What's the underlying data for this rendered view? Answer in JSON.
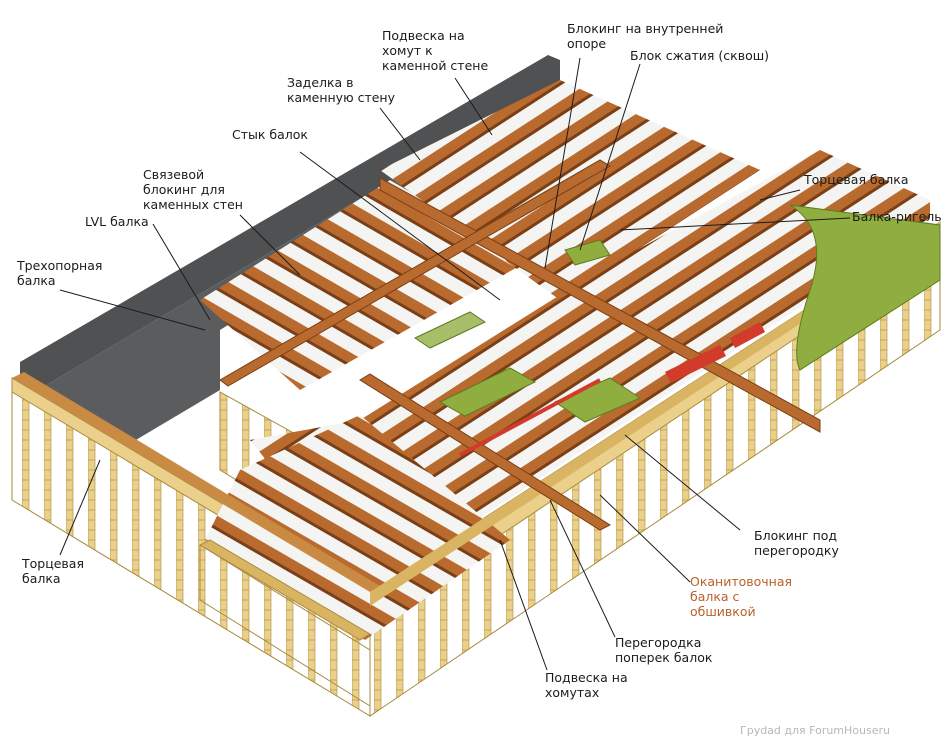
{
  "diagram": {
    "labels": {
      "hanger_masonry": "Подвеска на\nхомут к\nкаменной стене",
      "blocking_interior": "Блокинг на внутренней\nопоре",
      "squash_block": "Блок сжатия (сквош)",
      "masonry_embed": "Заделка в\nкаменную стену",
      "joist_splice": "Стык балок",
      "rim_joist_right": "Торцевая балка",
      "girder": "Балка-ригель",
      "tie_blocking": "Связевой\nблокинг для\nкаменных стен",
      "lvl_beam": "LVL балка",
      "three_span": "Трехопорная\nбалка",
      "rim_joist_left": "Торцевая\nбалка",
      "partition_blocking": "Блокинг под\nперегородку",
      "sheathed_rim": "Оканитовочная\nбалка с\nобшивкой",
      "partition_cross": "Перегородка\nпоперек балок",
      "joist_hangers": "Подвеска на\nхомутах"
    },
    "watermark": "Гpydad для ForumHouseru",
    "colors": {
      "masonry_wall": "#5a5c5e",
      "joist": "#b96a2e",
      "joist_side": "#8a4a1e",
      "stud": "#ead08a",
      "stud_edge": "#a98a3e",
      "sheathing": "#8fae3f",
      "pipe": "#d23a2a",
      "label_text": "#1b1b1b",
      "label_accent": "#b7622a"
    }
  }
}
